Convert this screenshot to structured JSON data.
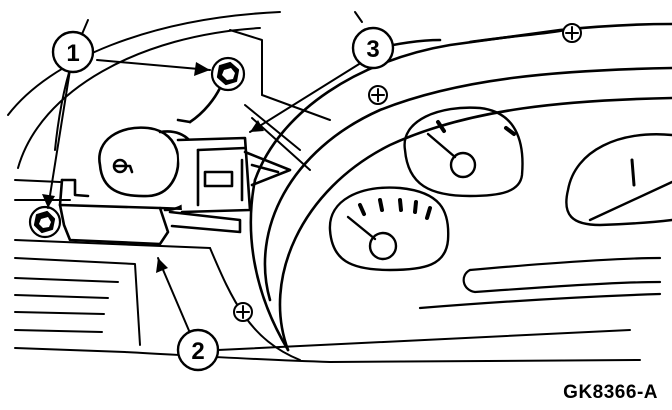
{
  "figure": {
    "id_label": "GK8366-A",
    "line_color": "#000000",
    "fill_color": "#ffffff",
    "callouts": [
      {
        "label": "1"
      },
      {
        "label": "2"
      },
      {
        "label": "3"
      }
    ]
  }
}
